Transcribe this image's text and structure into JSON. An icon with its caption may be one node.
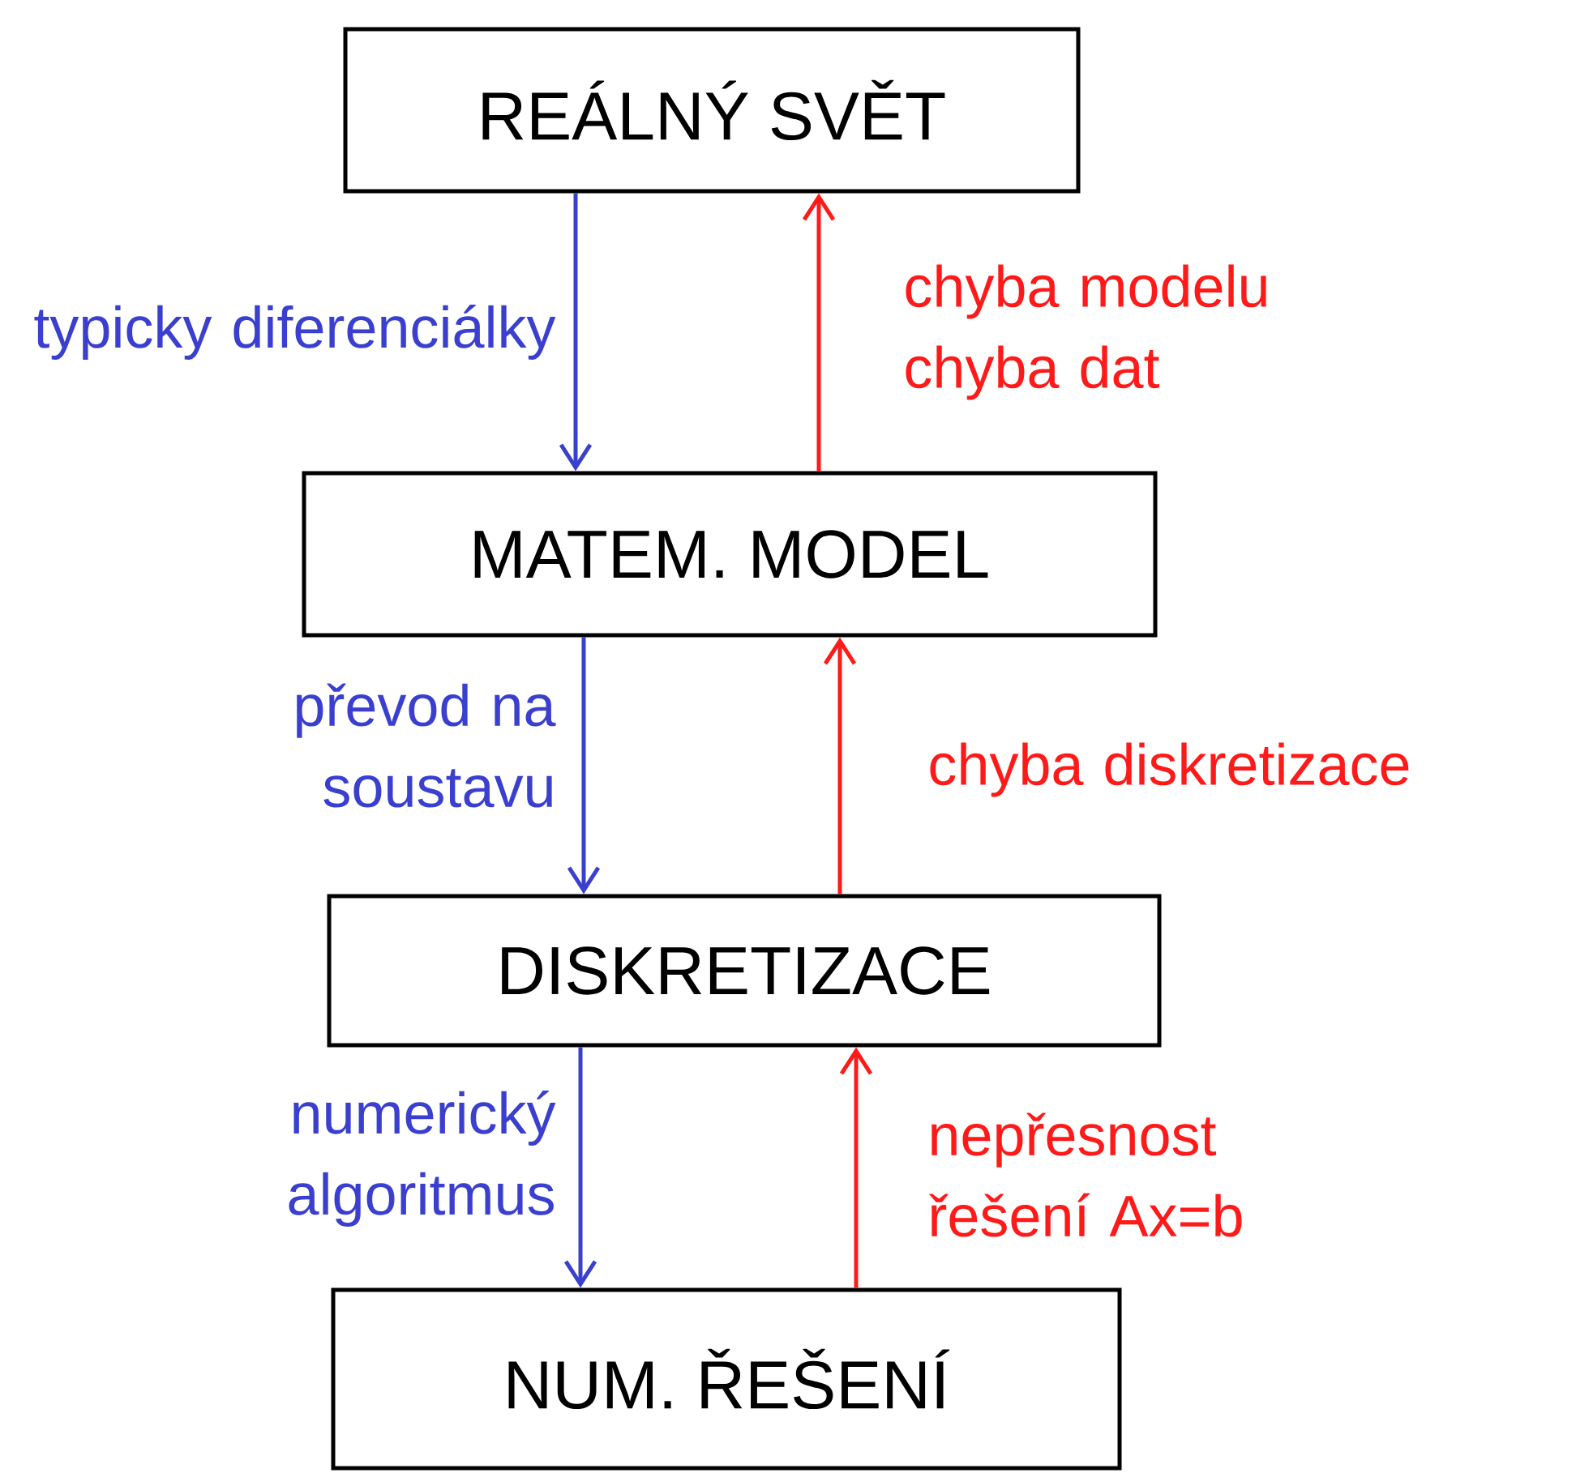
{
  "diagram": {
    "nodes": [
      {
        "text": [
          "REÁLNÝ SVĚT"
        ]
      },
      {
        "text": [
          "MATEM. MODEL"
        ]
      },
      {
        "text": [
          "DISKRETIZACE"
        ]
      },
      {
        "text": [
          "NUM. ŘEŠENÍ"
        ]
      }
    ],
    "edges": [
      {
        "from": 0,
        "to": 1,
        "arrow": "to",
        "label": "typicky diferenciálky",
        "color": "#3a3fd0"
      },
      {
        "from": 1,
        "to": 0,
        "arrow": "to",
        "label": "chyba modelu chyba dat",
        "color": "#ff1a1a"
      },
      {
        "from": 1,
        "to": 2,
        "arrow": "to",
        "label": "převod na soustavu",
        "color": "#3a3fd0"
      },
      {
        "from": 2,
        "to": 1,
        "arrow": "to",
        "label": "chyba diskretizace",
        "color": "#ff1a1a"
      },
      {
        "from": 2,
        "to": 3,
        "arrow": "to",
        "label": "numerický algoritmus",
        "color": "#3a3fd0"
      },
      {
        "from": 3,
        "to": 2,
        "arrow": "to",
        "label": "nepřesnost řešení Ax=b",
        "color": "#ff1a1a"
      }
    ]
  }
}
